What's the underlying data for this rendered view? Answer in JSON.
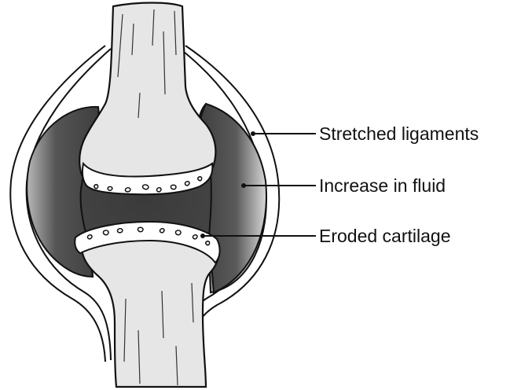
{
  "labels": {
    "ligaments": "Stretched ligaments",
    "fluid": "Increase in fluid",
    "cartilage": "Eroded cartilage"
  },
  "colors": {
    "bone_fill": "#e6e6e6",
    "fluid_dark": "#3c3c3c",
    "fluid_light": "#cfcfcf",
    "outline": "#111111",
    "cartilage_fill": "#ffffff"
  }
}
